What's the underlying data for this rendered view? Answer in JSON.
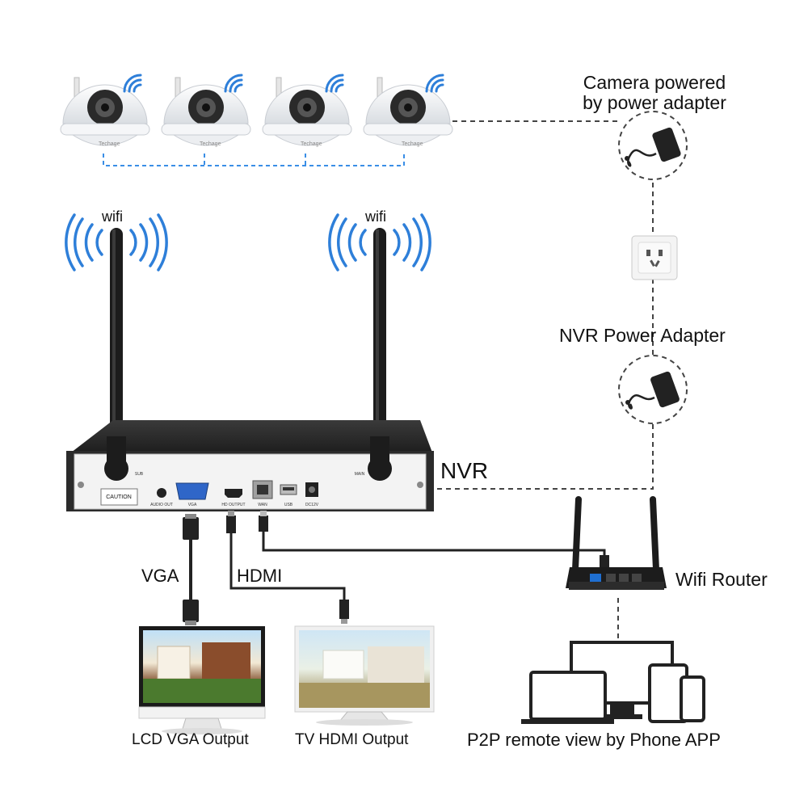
{
  "labels": {
    "camera_power": "Camera powered\nby power adapter",
    "nvr_power": "NVR Power Adapter",
    "nvr": "NVR",
    "wifi_left": "wifi",
    "wifi_right": "wifi",
    "vga": "VGA",
    "hdmi": "HDMI",
    "router": "Wifi Router",
    "lcd": "LCD VGA Output",
    "tv": "TV HDMI Output",
    "p2p": "P2P remote view by Phone APP"
  },
  "nvr_panel": {
    "caution": "CAUTION",
    "audio_out": "AUDIO OUT",
    "vga": "VGA",
    "hd_output": "HD OUTPUT",
    "wan": "WAN",
    "usb": "USB",
    "dc12v": "DC12V",
    "sub": "SUB",
    "main": "MAIN"
  },
  "camera_brand": "Techage",
  "colors": {
    "wifi_blue": "#2e7fd9",
    "link_dashed_blue": "#3a8ee6",
    "dashed_gray": "#444444",
    "nvr_body": "#2b2b2b",
    "panel": "#f3f3f3"
  }
}
